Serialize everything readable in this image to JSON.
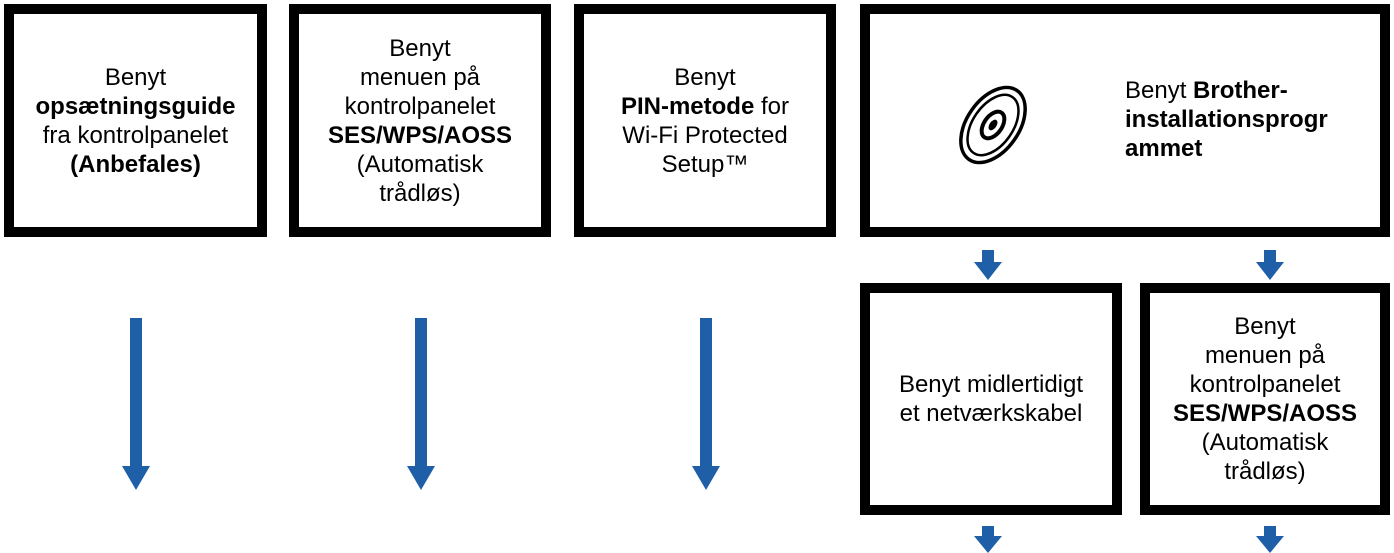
{
  "box1": {
    "line1": "Benyt",
    "line2": "opsætningsguide",
    "line3": "fra kontrolpanelet",
    "line4": "(Anbefales)"
  },
  "box2": {
    "line1": "Benyt",
    "line2": "menuen på",
    "line3": "kontrolpanelet",
    "line4": "SES/WPS/AOSS",
    "line5": "(Automatisk",
    "line6": "trådløs)"
  },
  "box3": {
    "line1": "Benyt",
    "line2_bold": "PIN-metode",
    "line2_rest": " for",
    "line3": "Wi-Fi Protected",
    "line4": "Setup™"
  },
  "box4": {
    "line1_plain": "Benyt ",
    "line1_bold": "Brother-",
    "line2": "installationsprogr",
    "line3": "ammet",
    "icon": "cd-disc-icon"
  },
  "box5": {
    "line1": "Benyt midlertidigt",
    "line2": "et netværkskabel"
  },
  "box6": {
    "line1": "Benyt",
    "line2": "menuen på",
    "line3": "kontrolpanelet",
    "line4": "SES/WPS/AOSS",
    "line5": "(Automatisk",
    "line6": "trådløs)"
  },
  "colors": {
    "arrow": "#1f5fa8",
    "border": "#000000"
  }
}
